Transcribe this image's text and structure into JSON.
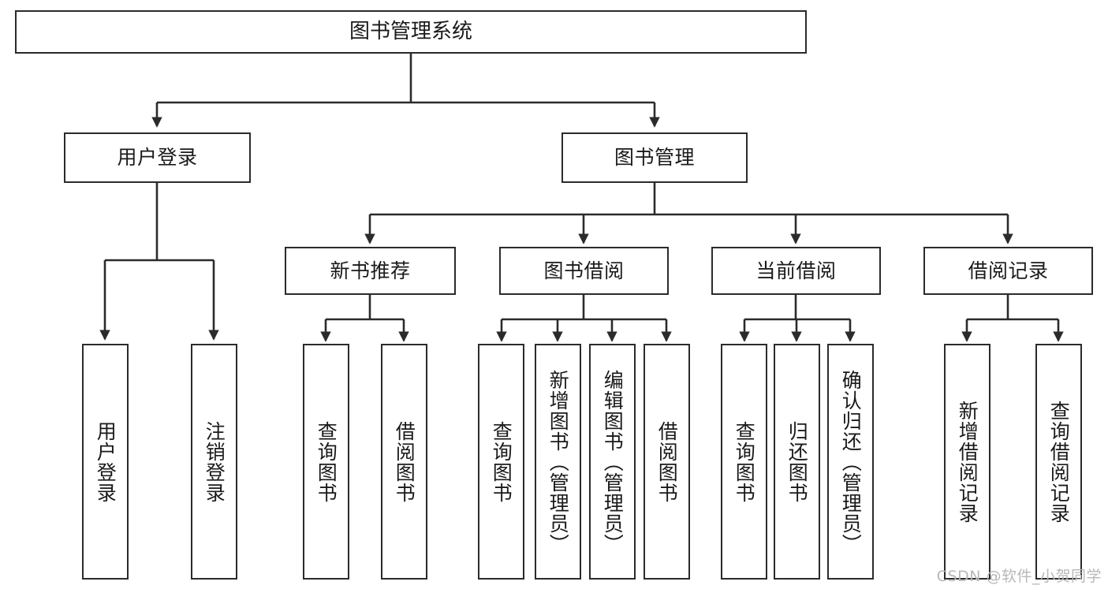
{
  "diagram": {
    "title": "图书管理系统",
    "watermark": "CSDN @软件_小贺同学",
    "line_color": "#2b2b2b",
    "box_border_color": "#2b2b2b",
    "box_fill": "#ffffff",
    "text_color": "#1a1a1a"
  },
  "nodes": {
    "root": {
      "label": "图书管理系统"
    },
    "level2": [
      {
        "label": "用户登录"
      },
      {
        "label": "图书管理"
      }
    ],
    "level3": [
      {
        "label": "新书推荐"
      },
      {
        "label": "图书借阅"
      },
      {
        "label": "当前借阅"
      },
      {
        "label": "借阅记录"
      }
    ],
    "leaves": {
      "user_login": [
        {
          "label": "用户登录"
        },
        {
          "label": "注销登录"
        }
      ],
      "new_book_recommend": [
        {
          "label": "查询图书"
        },
        {
          "label": "借阅图书"
        }
      ],
      "book_borrow": [
        {
          "label": "查询图书"
        },
        {
          "label": "新增图书（管理员）"
        },
        {
          "label": "编辑图书（管理员）"
        },
        {
          "label": "借阅图书"
        }
      ],
      "current_borrow": [
        {
          "label": "查询图书"
        },
        {
          "label": "归还图书"
        },
        {
          "label": "确认归还（管理员）"
        }
      ],
      "borrow_record": [
        {
          "label": "新增借阅记录"
        },
        {
          "label": "查询借阅记录"
        }
      ]
    }
  }
}
